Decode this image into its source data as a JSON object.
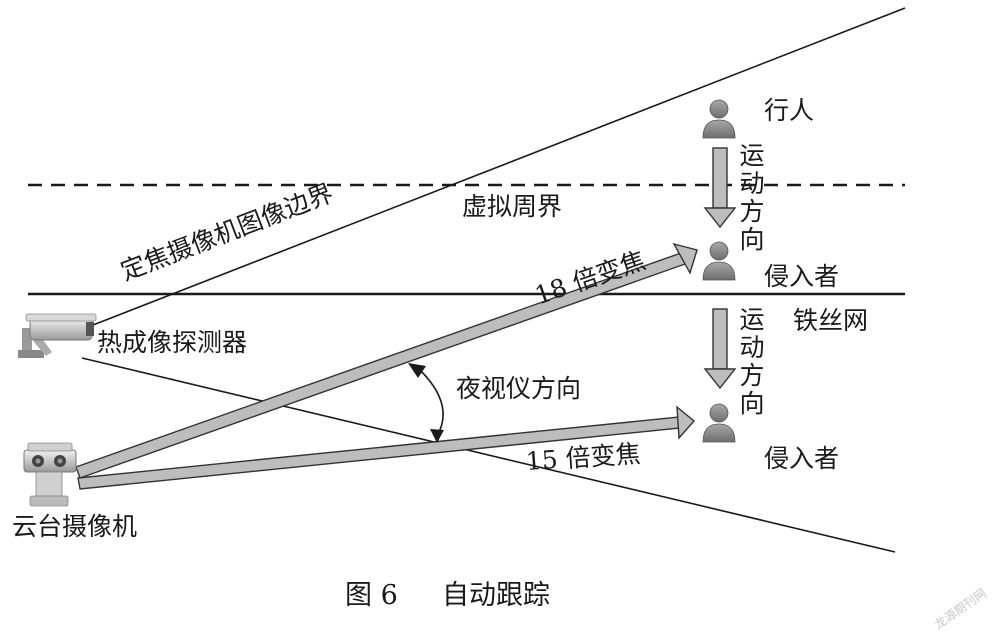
{
  "labels": {
    "fixed_camera_boundary": "定焦摄像机图像边界",
    "virtual_perimeter": "虚拟周界",
    "pedestrian": "行人",
    "motion_direction_1": "运动方向",
    "intruder_1": "侵入者",
    "zoom_18": "18 倍变焦",
    "thermal_imager": "热成像探测器",
    "wire_fence": "铁丝网",
    "motion_direction_2": "运动方向",
    "night_vision_direction": "夜视仪方向",
    "zoom_15": "15 倍变焦",
    "intruder_2": "侵入者",
    "ptz_camera": "云台摄像机"
  },
  "caption": {
    "figure_number": "图 6",
    "title": "自动跟踪"
  },
  "watermark": "龙源期刊网",
  "colors": {
    "line": "#1a1a1a",
    "arrow_fill": "#bdbdbd",
    "arrow_stroke": "#333333",
    "person": "#8c8c8c"
  },
  "icons": [
    "person-icon",
    "bullet-camera-icon",
    "ptz-camera-icon"
  ]
}
